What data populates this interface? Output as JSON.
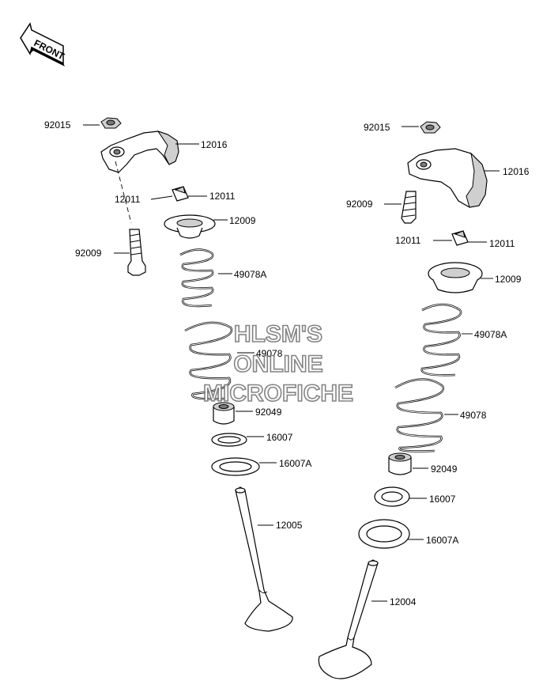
{
  "front_badge": {
    "text": "FRONT"
  },
  "watermark": {
    "lines": [
      "HLSM'S",
      "ONLINE",
      "MICROFICHE"
    ]
  },
  "left_labels": {
    "nut": "92015",
    "rocker": "12016",
    "cotter_a": "12011",
    "cotter_b": "12011",
    "retainer": "12009",
    "stud": "92009",
    "spring_inner": "49078A",
    "spring_outer": "49078",
    "seal": "92049",
    "seat_upper": "16007",
    "seat_lower": "16007A",
    "valve": "12005"
  },
  "right_labels": {
    "nut": "92015",
    "rocker": "12016",
    "stud": "92009",
    "cotter_a": "12011",
    "cotter_b": "12011",
    "retainer": "12009",
    "spring_inner": "49078A",
    "spring_outer": "49078",
    "seal": "92049",
    "seat_upper": "16007",
    "seat_lower": "16007A",
    "valve": "12004"
  }
}
